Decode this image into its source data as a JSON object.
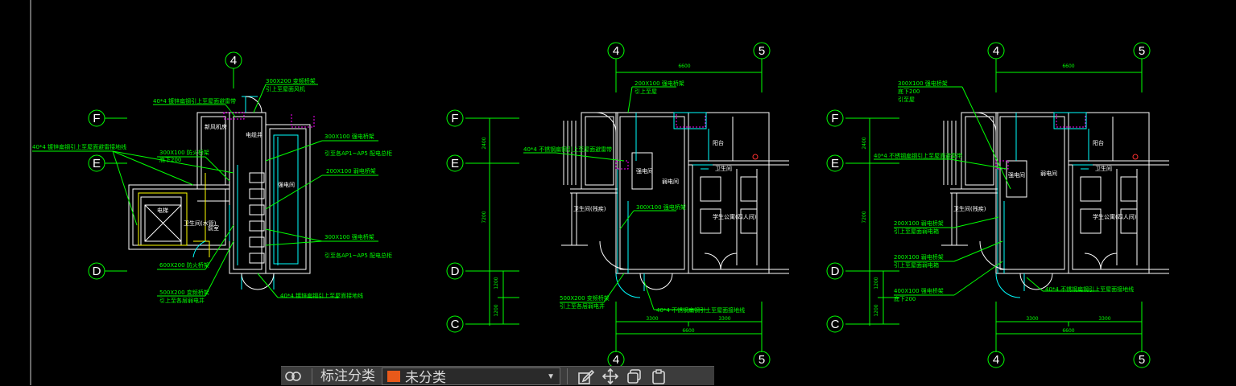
{
  "colors": {
    "background": "#000000",
    "wall": "#ffffff",
    "axis_line": "#00ff00",
    "annotation": "#00ff00",
    "equipment": "#00ffff",
    "pipe_magenta": "#ff00ff",
    "door_yellow": "#ffff00",
    "tag_swatch": "#e8591a"
  },
  "left_plan": {
    "axis_top": "4",
    "axis_rows": [
      "F",
      "E",
      "D"
    ],
    "rooms": [
      "新风机房",
      "电缆井",
      "强电间",
      "前室",
      "电梯",
      "卫生间(水管)"
    ],
    "notes": [
      "300X200 变频桥架",
      "引上至屋面风机",
      "40*4 镀锌扁钢引上至屋面避雷带",
      "40*4 镀锌扁钢引上至屋面避雷接地线",
      "300X100 防火桥架",
      "底下200",
      "300X100 强电桥架",
      "引至各AP1~AP5 配电总柜",
      "200X100 弱电桥架",
      "600X200 防火桥架",
      "500X200 变频桥架",
      "引上至各层弱电井",
      "40*4 镀锌扁钢引上至屋面接地线"
    ]
  },
  "middle_plan": {
    "axis_top": [
      "4",
      "5"
    ],
    "axis_bottom": [
      "4",
      "5"
    ],
    "axis_rows": [
      "F",
      "E",
      "D",
      "C"
    ],
    "rooms": [
      "强电间",
      "弱电间",
      "卫生间(残疾)",
      "学生公寓(四人间)",
      "阳台",
      "卫生间"
    ],
    "notes": [
      "200X100 强电桥架",
      "引上至屋",
      "40*4 不锈钢扁钢引上至屋面避雷带",
      "300X100 强电桥架",
      "500X200 变频桥架",
      "引上至各层弱电井",
      "40*4 不锈钢扁钢引上至屋面接地线"
    ]
  },
  "right_plan": {
    "axis_top": [
      "4",
      "5"
    ],
    "axis_bottom": [
      "4",
      "5"
    ],
    "axis_rows": [
      "F",
      "E",
      "D",
      "C"
    ],
    "rooms": [
      "强电间",
      "弱电间",
      "卫生间(残疾)",
      "学生公寓(四人间)",
      "阳台",
      "卫生间"
    ],
    "notes": [
      "300X100 强电桥架",
      "底下200",
      "引至屋",
      "40*4 不锈钢扁钢引上至屋面避雷带",
      "200X100 弱电桥架",
      "引上至屋面弱电箱",
      "200X100 弱电桥架",
      "引上至屋面弱电箱",
      "400X100 强电桥架",
      "底下200",
      "40*4 不锈钢扁钢引上至屋面接地线"
    ]
  },
  "toolbar": {
    "tag_label": "标注分类",
    "tag_value": "未分类",
    "icons": [
      "visibility-icon",
      "edit-icon",
      "move-icon",
      "copy-icon",
      "paste-icon"
    ]
  }
}
